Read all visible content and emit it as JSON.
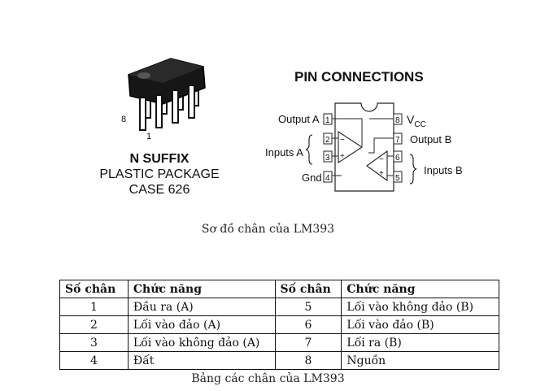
{
  "package": {
    "pin8_label": "8",
    "pin1_label": "1",
    "suffix": "N SUFFIX",
    "plastic": "PLASTIC PACKAGE",
    "case": "CASE 626"
  },
  "pinout": {
    "title": "PIN CONNECTIONS",
    "output_a": "Output A",
    "inputs_a": "Inputs A",
    "gnd": "Gnd",
    "vcc_main": "V",
    "vcc_sub": "CC",
    "output_b": "Output B",
    "inputs_b": "Inputs B",
    "pins": [
      "1",
      "2",
      "3",
      "4",
      "5",
      "6",
      "7",
      "8"
    ],
    "minus": "−",
    "plus": "+"
  },
  "caption_top": "Sơ đồ chân của LM393",
  "table": {
    "headers": [
      "Số chân",
      "Chức năng",
      "Số chân",
      "Chức năng"
    ],
    "rows": [
      [
        "1",
        "Đầu ra (A)",
        "5",
        "Lối vào không đảo (B)"
      ],
      [
        "2",
        "Lối vào đảo (A)",
        "6",
        "Lối vào đảo (B)"
      ],
      [
        "3",
        "Lối vào không đảo (A)",
        "7",
        "Lối ra (B)"
      ],
      [
        "4",
        "Đất",
        "8",
        "Nguồn"
      ]
    ]
  },
  "caption_bottom": "Bảng các chân của LM393"
}
